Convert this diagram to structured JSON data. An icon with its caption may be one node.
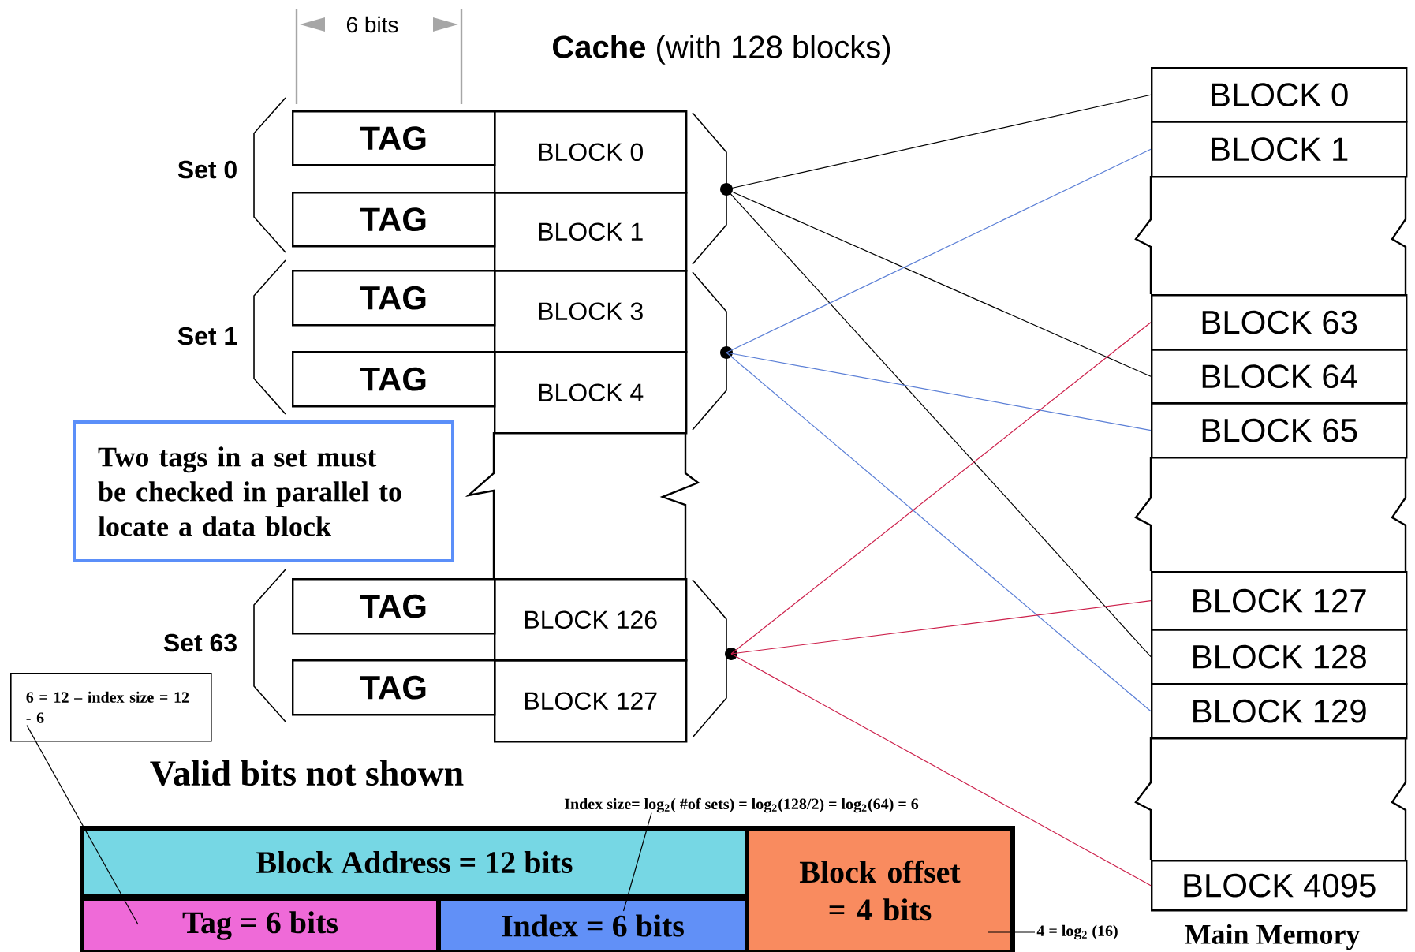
{
  "diagram": {
    "title": "**Cache** (with 128 blocks)",
    "nodes": [
      {
        "text": [
          "TAG"
        ]
      },
      {
        "text": [
          "TAG"
        ]
      },
      {
        "text": [
          "TAG"
        ]
      },
      {
        "text": [
          "TAG"
        ]
      },
      {
        "text": [
          "TAG"
        ]
      },
      {
        "text": [
          "TAG"
        ]
      },
      {
        "text": [
          "BLOCK 0"
        ]
      },
      {
        "text": [
          "BLOCK 1"
        ]
      },
      {
        "text": [
          "BLOCK 3"
        ]
      },
      {
        "text": [
          "BLOCK 4"
        ]
      },
      {
        "text": [
          "BLOCK 126"
        ]
      },
      {
        "text": [
          "BLOCK 127"
        ]
      },
      {
        "text": [],
        "shape": "circle"
      },
      {
        "text": [],
        "shape": "circle"
      },
      {
        "text": [],
        "shape": "circle"
      },
      {
        "text": [
          "BLOCK 0"
        ]
      },
      {
        "text": [
          "BLOCK 1"
        ]
      },
      {
        "text": [
          "BLOCK 63"
        ]
      },
      {
        "text": [
          "BLOCK 64"
        ]
      },
      {
        "text": [
          "BLOCK 65"
        ]
      },
      {
        "text": [
          "BLOCK 127"
        ]
      },
      {
        "text": [
          "BLOCK 128"
        ]
      },
      {
        "text": [
          "BLOCK 129"
        ]
      },
      {
        "text": [
          "BLOCK 4095"
        ]
      },
      {
        "text": [
          "Two tags in a set must be checked in parallel to locate a data block"
        ]
      },
      {
        "text": [
          "6 = 12 – index size = 12 - 6"
        ]
      },
      {
        "text": [
          "Block Address  = 12 bits"
        ]
      },
      {
        "text": [
          "Tag  =  6 bits"
        ]
      },
      {
        "text": [
          "Index  =  6 bits"
        ]
      },
      {
        "text": [
          "Block offset = 4 bits"
        ]
      },
      {
        "text": [
          "Index size= log$_{2}$( #of sets) = log$_{2}$(128/2) = log$_{2}$(64) = 6"
        ]
      },
      {
        "text": [
          "4 = log$_{2}$ (16)"
        ]
      }
    ],
    "edges": [
      {
        "from": 12,
        "to": 15,
        "arrow": "none"
      },
      {
        "from": 12,
        "to": 18,
        "arrow": "none"
      },
      {
        "from": 12,
        "to": 21,
        "arrow": "none"
      },
      {
        "from": 13,
        "to": 16,
        "arrow": "none",
        "color": "#5b7fd6"
      },
      {
        "from": 13,
        "to": 19,
        "arrow": "none",
        "color": "#5b7fd6"
      },
      {
        "from": 13,
        "to": 22,
        "arrow": "none",
        "color": "#5b7fd6"
      },
      {
        "from": 14,
        "to": 17,
        "arrow": "none",
        "color": "#cc1f4a"
      },
      {
        "from": 14,
        "to": 20,
        "arrow": "none",
        "color": "#cc1f4a"
      },
      {
        "from": 14,
        "to": 23,
        "arrow": "none",
        "color": "#cc1f4a"
      },
      {
        "from": 25,
        "to": 27,
        "arrow": "none"
      },
      {
        "from": 30,
        "to": 28,
        "arrow": "none"
      },
      {
        "from": 31,
        "to": 29,
        "arrow": "none"
      }
    ],
    "labels": [
      "6 bits",
      "Set 0",
      "Set 1",
      "Set 63",
      "Valid bits not shown",
      "Main Memory"
    ]
  }
}
